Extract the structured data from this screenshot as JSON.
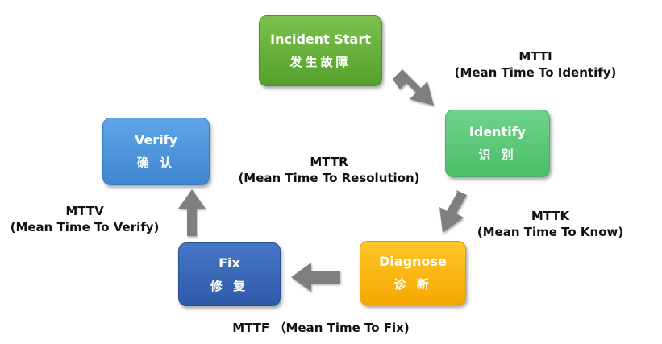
{
  "nodes": {
    "start": {
      "en": "Incident Start",
      "zh": "发生故障"
    },
    "identify": {
      "en": "Identify",
      "zh": "识 别"
    },
    "diagnose": {
      "en": "Diagnose",
      "zh": "诊 断"
    },
    "fix": {
      "en": "Fix",
      "zh": "修 复"
    },
    "verify": {
      "en": "Verify",
      "zh": "确 认"
    }
  },
  "labels": {
    "mtti": {
      "abbr": "MTTI",
      "full": "(Mean Time To Identify)"
    },
    "mttr": {
      "abbr": "MTTR",
      "full": "(Mean Time To Resolution)"
    },
    "mttk": {
      "abbr": "MTTK",
      "full": "(Mean Time To Know)"
    },
    "mttv": {
      "abbr": "MTTV",
      "full": "(Mean Time To Verify)"
    },
    "mttf": {
      "text": "MTTF （Mean Time To Fix)"
    }
  },
  "colors": {
    "start": "#5fa836",
    "identify": "#52c46f",
    "diagnose": "#f9b20e",
    "fix": "#3565b3",
    "verify": "#4a92da",
    "arrow": "#7f7f7f"
  }
}
